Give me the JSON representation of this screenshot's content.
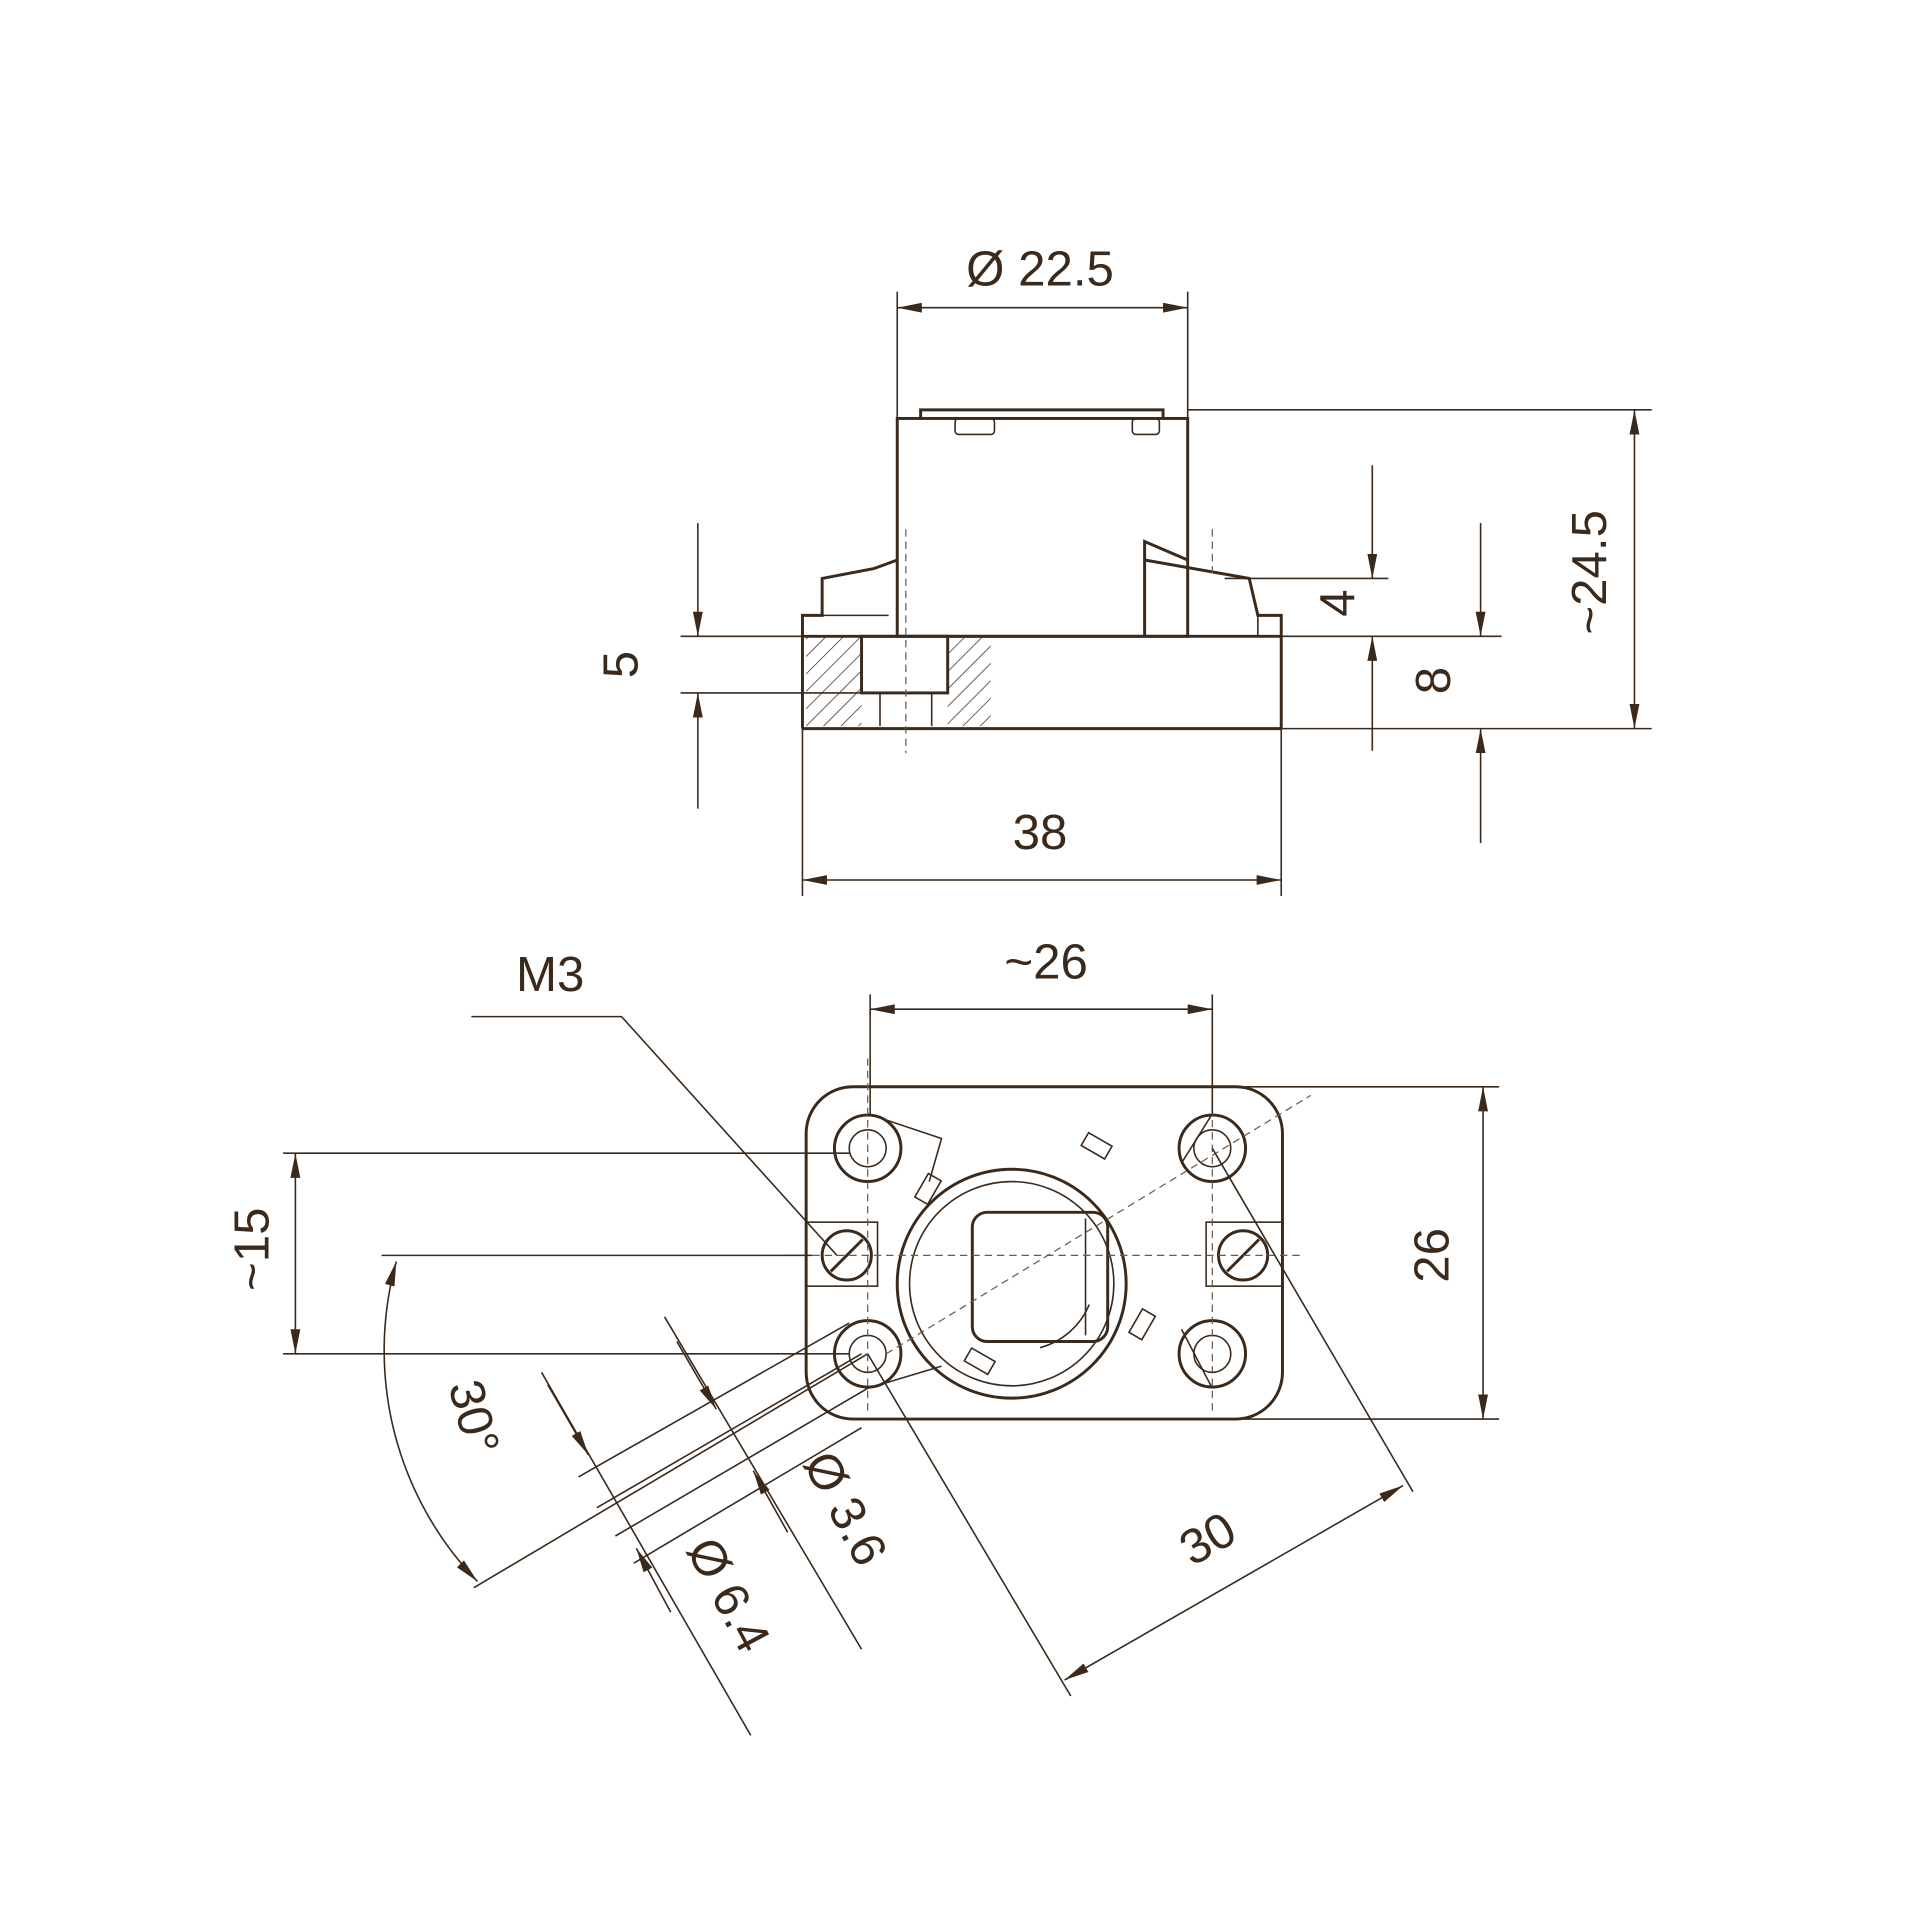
{
  "drawing": {
    "line_color": "#3b2a1c",
    "side_view": {
      "dim_diameter": "Ø 22.5",
      "dim_height_total": "~24.5",
      "dim_4": "4",
      "dim_8": "8",
      "dim_5": "5",
      "dim_width": "38"
    },
    "bottom_view": {
      "dim_top_width": "~26",
      "dim_height": "26",
      "dim_hole_spacing": "~15",
      "dim_angle": "30°",
      "dim_diagonal": "30",
      "thread_label": "M3",
      "dim_hole_small": "Ø 3.6",
      "dim_hole_large": "Ø 6.4"
    }
  }
}
